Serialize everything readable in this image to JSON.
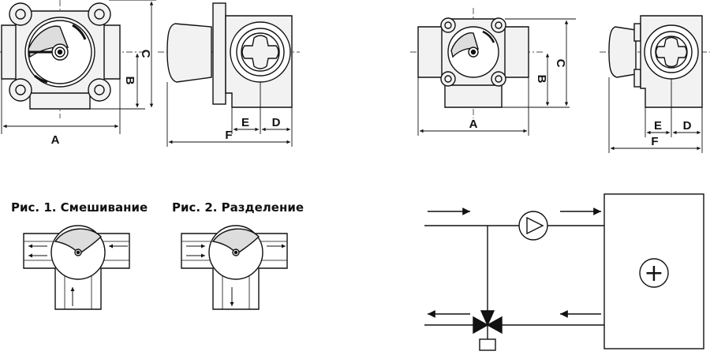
{
  "figure1_dims": {
    "a": "A",
    "b": "B",
    "c": "C",
    "d": "D",
    "e": "E",
    "f": "F"
  },
  "figure2_dims": {
    "a": "A",
    "b": "B",
    "c": "C",
    "d": "D",
    "e": "E",
    "f": "F"
  },
  "captions": {
    "fig1": "Рис. 1. Смешивание",
    "fig2": "Рис. 2. Разделение"
  },
  "consumer_symbol": "+",
  "colors": {
    "line": "#111111",
    "body": "#f2f2f2",
    "handle": "#dddddd"
  }
}
